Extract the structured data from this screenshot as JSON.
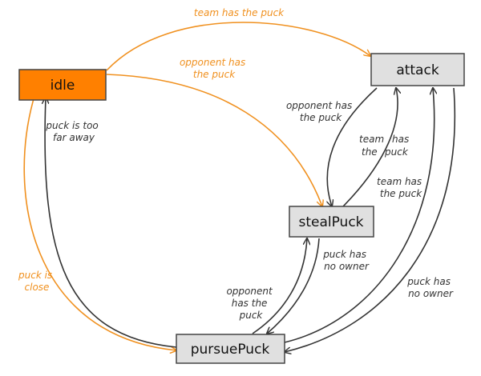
{
  "colors": {
    "active_node_fill": "#ff8000",
    "node_fill": "#e0e0e0",
    "node_stroke": "#444444",
    "orange_edge": "#f0901e",
    "dark_edge": "#333333"
  },
  "nodes": {
    "idle": "idle",
    "attack": "attack",
    "stealPuck": "stealPuck",
    "pursuePuck": "pursuePuck"
  },
  "edges": {
    "idle_to_attack": [
      "team has the puck"
    ],
    "idle_to_stealPuck": [
      "opponent has",
      "the puck"
    ],
    "idle_to_pursuePuck": [
      "puck is",
      "close"
    ],
    "pursuePuck_to_idle": [
      "puck is too",
      "far away"
    ],
    "attack_to_stealPuck": [
      "opponent has",
      "the puck"
    ],
    "stealPuck_to_attack_inner": [
      "team",
      "has",
      "the",
      "puck"
    ],
    "pursuePuck_to_attack": [
      "team has",
      "the puck"
    ],
    "stealPuck_to_pursuePuck": [
      "puck has",
      "no owner"
    ],
    "pursuePuck_to_stealPuck": [
      "opponent",
      "has the",
      "puck"
    ],
    "attack_to_pursuePuck": [
      "puck has",
      "no owner"
    ]
  }
}
